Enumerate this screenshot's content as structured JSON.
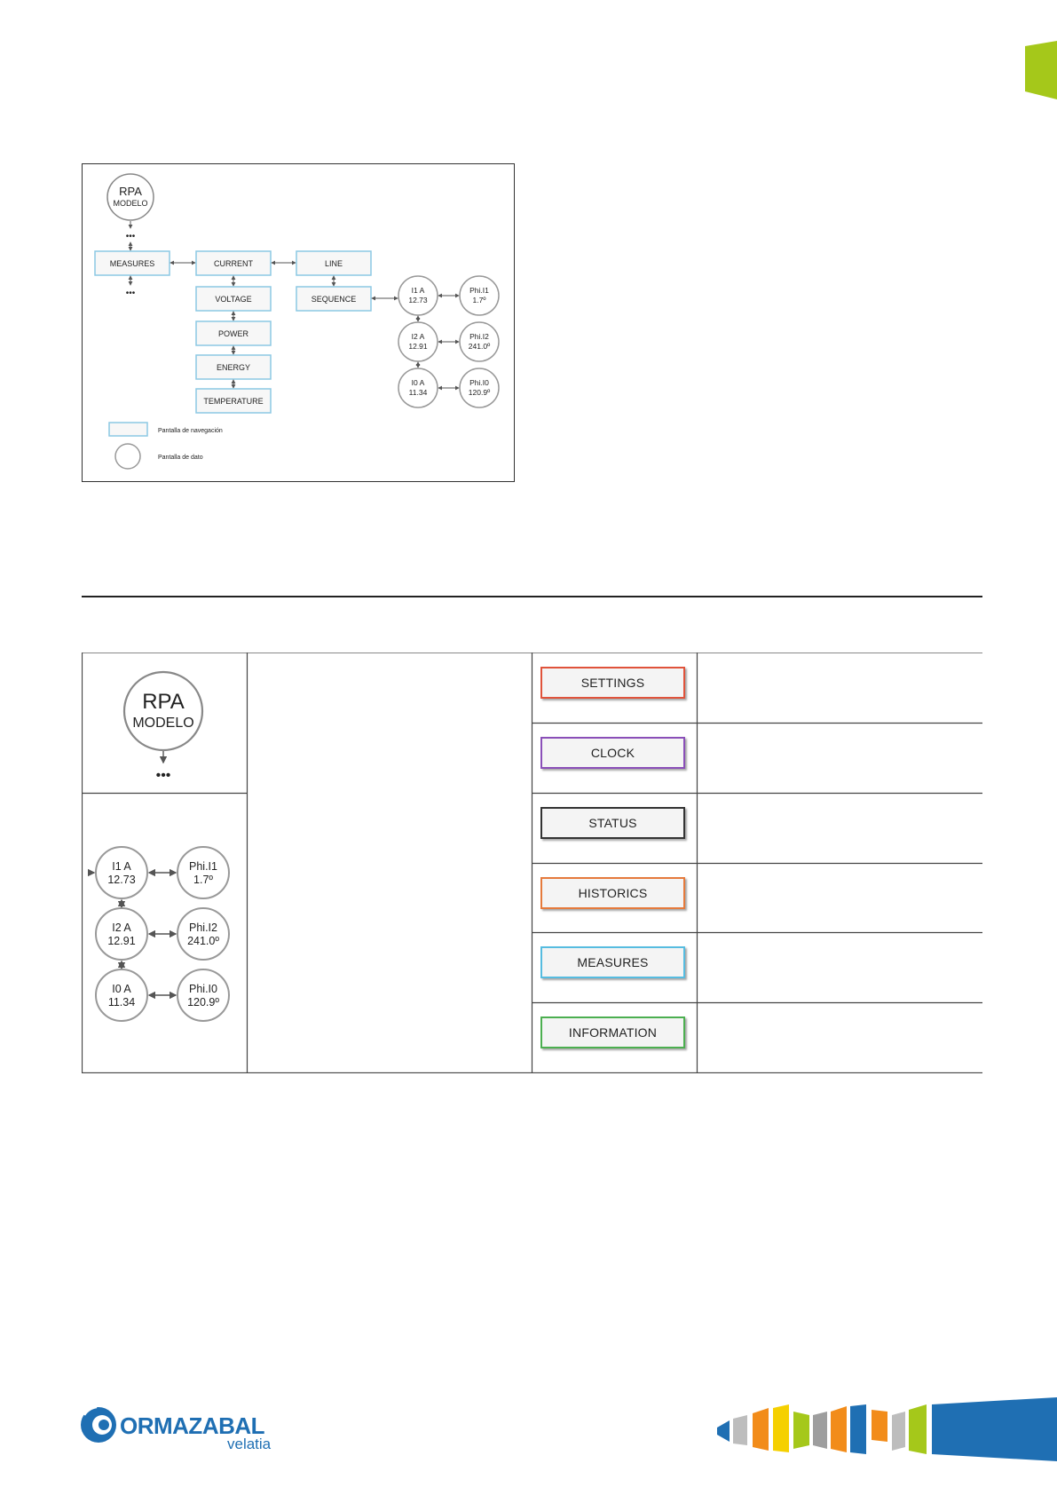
{
  "colors": {
    "brand_green": "#a5c81a",
    "nav_border": "#8cc8e4",
    "settings": "#e0533b",
    "clock": "#8a4fb8",
    "status": "#333333",
    "historics": "#e57a3c",
    "measures": "#56bce0",
    "information": "#4caf50",
    "logo_blue": "#1f6fb3"
  },
  "diagram": {
    "rpa_title": "RPA",
    "rpa_subtitle": "MODELO",
    "ellipsis": "•••",
    "nav": {
      "measures": "MEASURES",
      "current": "CURRENT",
      "voltage": "VOLTAGE",
      "power": "POWER",
      "energy": "ENERGY",
      "temperature": "TEMPERATURE",
      "line": "LINE",
      "sequence": "SEQUENCE"
    },
    "data": {
      "i1_label": "I1 A",
      "i1_value": "12.73",
      "i2_label": "I2 A",
      "i2_value": "12.91",
      "i0_label": "I0 A",
      "i0_value": "11.34",
      "phi1_label": "Phi.I1",
      "phi1_value": "1.7º",
      "phi2_label": "Phi.I2",
      "phi2_value": "241.0º",
      "phi0_label": "Phi.I0",
      "phi0_value": "120.9º"
    },
    "legend": {
      "nav_screen": "Pantalla de navegación",
      "data_screen": "Pantalla de dato"
    }
  },
  "table": {
    "rpa_title": "RPA",
    "rpa_subtitle": "MODELO",
    "ellipsis": "•••",
    "data": {
      "i1_label": "I1 A",
      "i1_value": "12.73",
      "i2_label": "I2 A",
      "i2_value": "12.91",
      "i0_label": "I0 A",
      "i0_value": "11.34",
      "phi1_label": "Phi.I1",
      "phi1_value": "1.7º",
      "phi2_label": "Phi.I2",
      "phi2_value": "241.0º",
      "phi0_label": "Phi.I0",
      "phi0_value": "120.9º"
    },
    "menus": {
      "settings": "SETTINGS",
      "clock": "CLOCK",
      "status": "STATUS",
      "historics": "HISTORICS",
      "measures": "MEASURES",
      "information": "INFORMATION"
    }
  },
  "footer": {
    "logo_name": "ORMAZABAL",
    "logo_sub": "velatia"
  }
}
